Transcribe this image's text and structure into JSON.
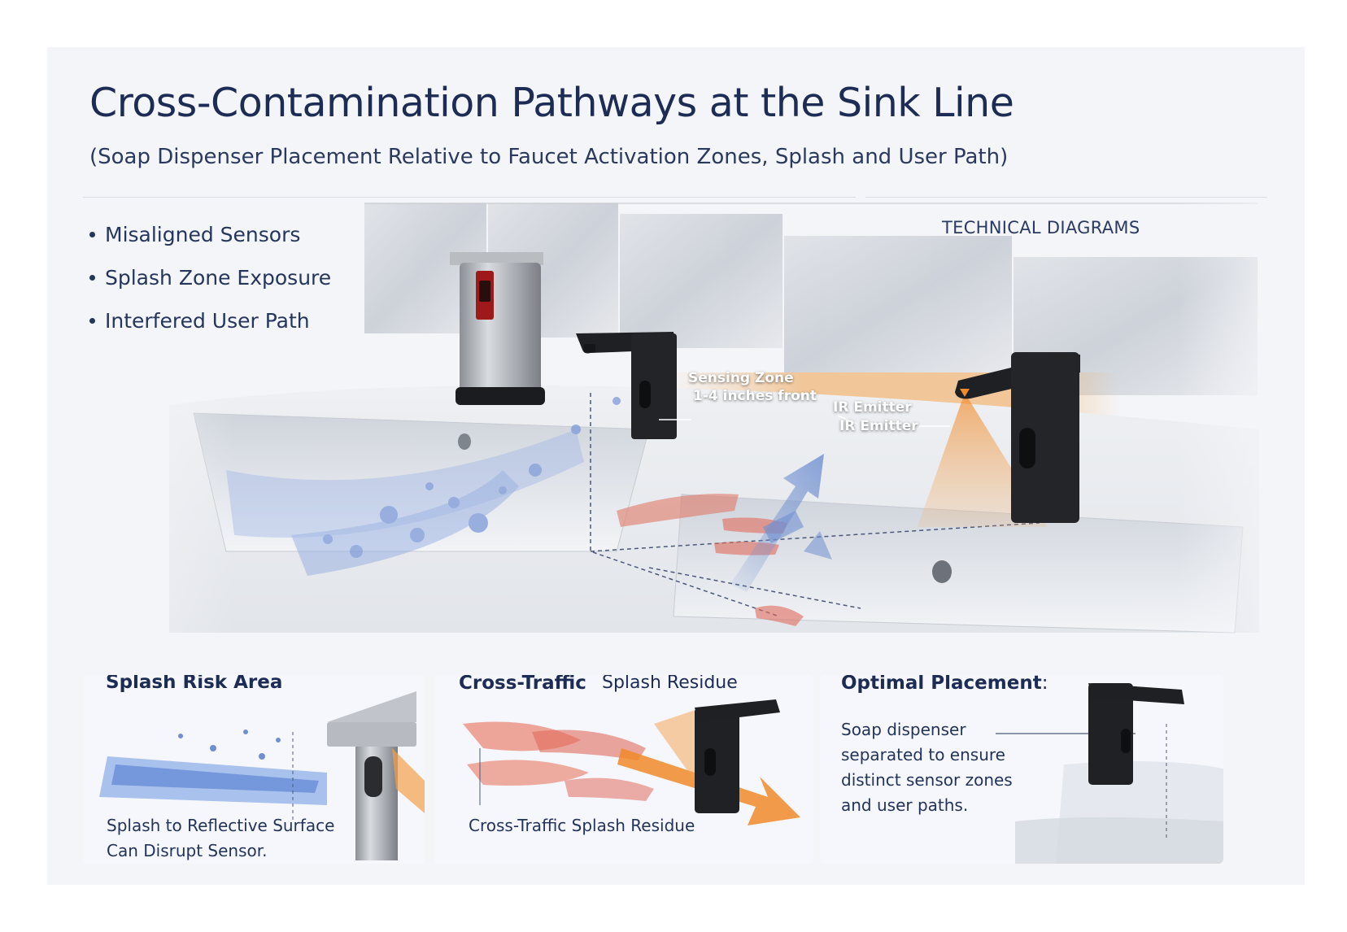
{
  "title": "Cross-Contamination Pathways at the Sink Line",
  "subtitle": "(Soap Dispenser Placement Relative to Faucet Activation Zones, Splash and User Path)",
  "tech_label": "TECHNICAL DIAGRAMS",
  "bullets": [
    "Misaligned Sensors",
    "Splash Zone Exposure",
    "Interfered User Path"
  ],
  "callouts": {
    "sensing_line1": "Sensing Zone",
    "sensing_line2": "1-4 inches front",
    "ir1": "IR Emitter",
    "ir2": "IR Emitter"
  },
  "panels": {
    "splash": {
      "title": "Splash Risk Area",
      "caption_line1": "Splash to Reflective Surface",
      "caption_line2": "Can Disrupt Sensor."
    },
    "cross": {
      "title": "Cross-Traffic",
      "title_suffix": "Splash Residue",
      "caption": "Cross-Traffic Splash Residue"
    },
    "optimal": {
      "title": "Optimal Placement",
      "title_colon": ":",
      "line1": "Soap dispenser",
      "line2": "separated to ensure",
      "line3": "distinct sensor zones",
      "line4": "and user paths."
    }
  },
  "colors": {
    "title": "#1c2c55",
    "text": "#23345a",
    "faucet": "#1e2024",
    "ir_orange": "#f08a2a",
    "water_blue": "#6f8fd0",
    "hand_red": "#e06b5c"
  }
}
